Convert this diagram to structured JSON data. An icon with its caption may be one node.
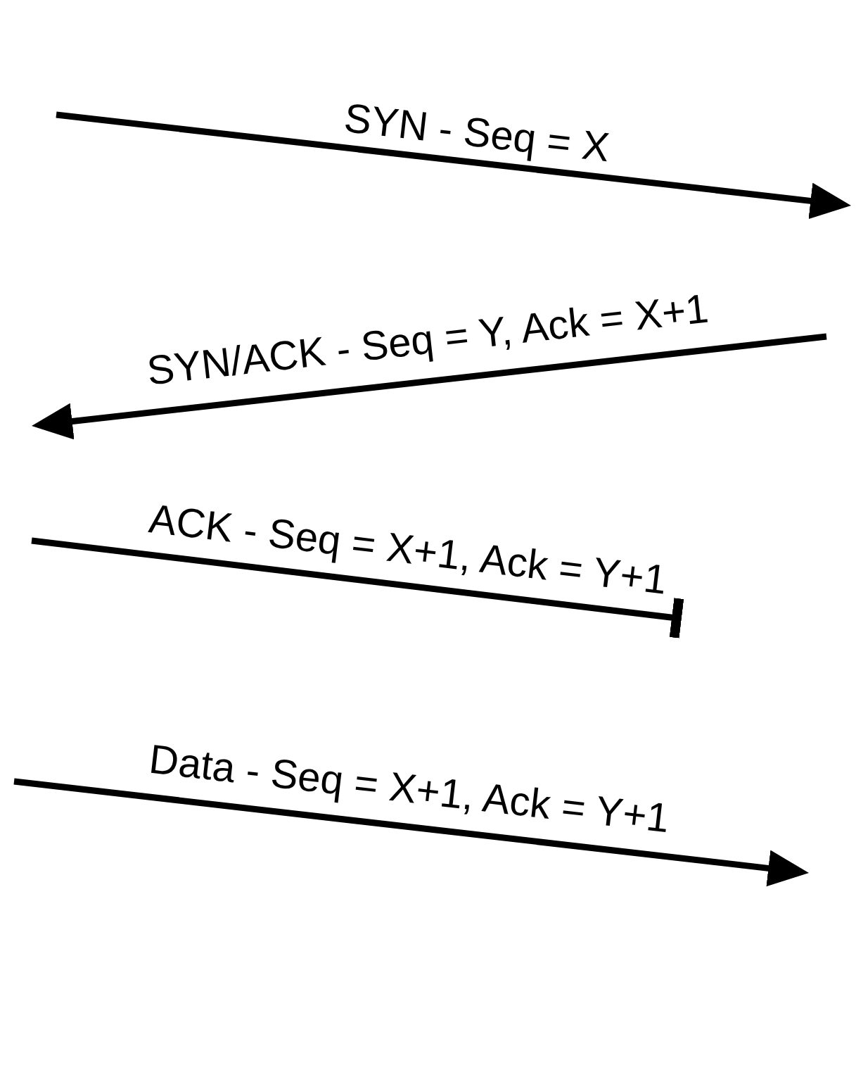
{
  "diagram": {
    "labels": [
      "SYN - Seq = X",
      "SYN/ACK - Seq = Y, Ack = X+1",
      "ACK - Seq = X+1, Ack = Y+1",
      "Data - Seq = X+1, Ack = Y+1"
    ]
  }
}
